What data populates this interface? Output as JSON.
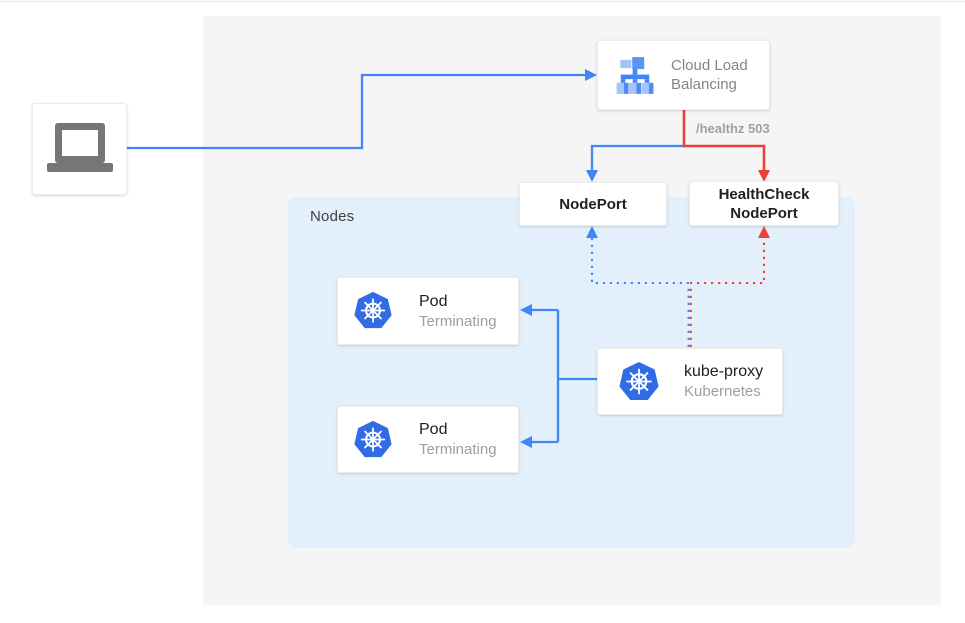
{
  "diagram": {
    "kind": "kubernetes-load-balancing-diagram",
    "colors": {
      "flow_blue": "#4285f4",
      "flow_red": "#ea4335",
      "nodes_container_bg": "#e3f0fb",
      "panel_bg": "#f5f5f6",
      "kubernetes_blue": "#326ce5",
      "primary_text": "#202124",
      "secondary_text": "#9aa0a6"
    }
  },
  "client": {
    "icon": "laptop"
  },
  "load_balancer": {
    "label": "Cloud Load Balancing"
  },
  "edge": {
    "health_label": "/healthz 503"
  },
  "node_port": {
    "label": "NodePort"
  },
  "health_check_node_port": {
    "label": "HealthCheck NodePort"
  },
  "nodes_container": {
    "label": "Nodes"
  },
  "pods": [
    {
      "title": "Pod",
      "subtitle": "Terminating"
    },
    {
      "title": "Pod",
      "subtitle": "Terminating"
    }
  ],
  "kube_proxy": {
    "title": "kube-proxy",
    "subtitle": "Kubernetes"
  }
}
